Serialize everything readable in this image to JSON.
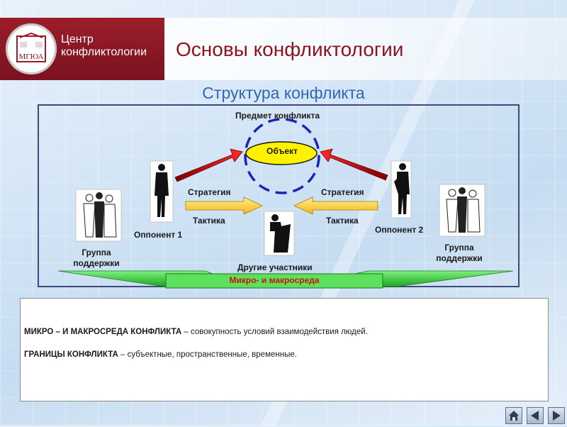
{
  "header": {
    "logo_line1": "Центр",
    "logo_line2": "конфликтологии",
    "logo_mark": "МГЮА",
    "title": "Основы конфликтологии"
  },
  "slide": {
    "subtitle": "Структура конфликта"
  },
  "diagram": {
    "subject_label": "Предмет конфликта",
    "object_label": "Объект",
    "opponent1_label": "Оппонент 1",
    "opponent2_label": "Оппонент 2",
    "strategy_left": "Стратегия",
    "strategy_right": "Стратегия",
    "tactics_left": "Тактика",
    "tactics_right": "Тактика",
    "support_left_line1": "Группа",
    "support_left_line2": "поддержки",
    "support_right_line1": "Группа",
    "support_right_line2": "поддержки",
    "other_participants": "Другие участники",
    "environment_label": "Микро- и макросреда"
  },
  "definitions": {
    "def1_term": "МИКРО – И МАКРОСРЕДА  КОНФЛИКТА",
    "def1_text": " – совокупность  условий  взаимодействия  людей.",
    "def2_term": "ГРАНИЦЫ КОНФЛИКТА",
    "def2_text": "  – субъектные,  пространственные,  временные."
  },
  "nav": {
    "home_icon": "home-icon",
    "prev_icon": "arrow-left-icon",
    "next_icon": "arrow-right-icon"
  },
  "colors": {
    "brand_red": "#8b1420",
    "subtitle_blue": "#3366b2",
    "ellipse_fill": "#fff200",
    "dashed_circle": "#1b24b4",
    "arrow_red": "#e01818",
    "arrow_yellow": "#f7d13a",
    "env_green": "#3cc63c",
    "env_label_red": "#d01010"
  }
}
